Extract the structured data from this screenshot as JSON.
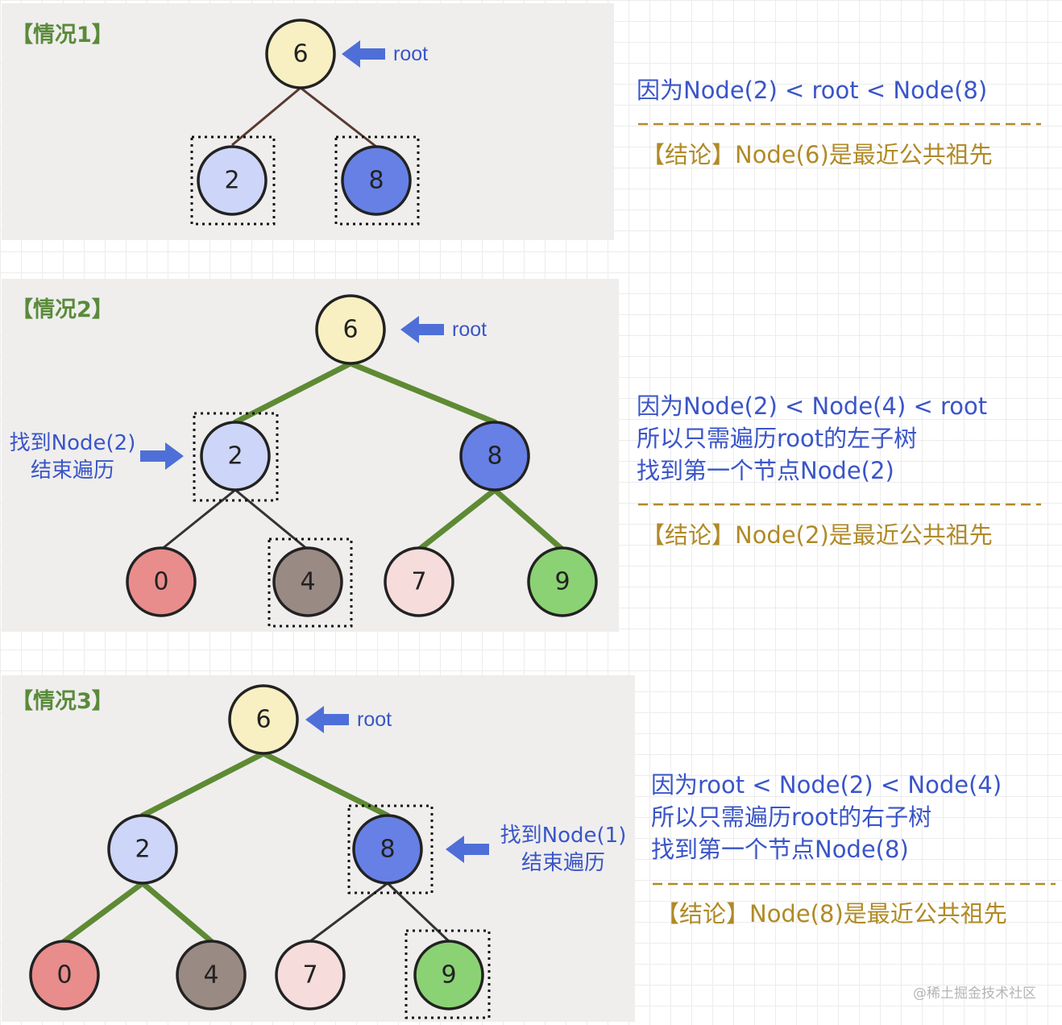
{
  "colors": {
    "root_node": "#f8f0c2",
    "light_blue": "#cdd6f8",
    "blue": "#6780e6",
    "red": "#e88d8c",
    "gray_brown": "#9a8a84",
    "pink": "#f7dcdc",
    "green": "#8bd274",
    "edge_green": "#5e8a34",
    "text_blue": "#3a55c8",
    "text_gold": "#b08a26"
  },
  "case1": {
    "title": "【情况1】",
    "root_label": "root",
    "nodes": {
      "root": "6",
      "left": "2",
      "right": "8"
    },
    "explain": [
      "因为Node(2) < root < Node(8)"
    ],
    "conclusion": "【结论】Node(6)是最近公共祖先"
  },
  "case2": {
    "title": "【情况2】",
    "root_label": "root",
    "found_note": [
      "找到Node(2)",
      "结束遍历"
    ],
    "nodes": {
      "root": "6",
      "l": "2",
      "r": "8",
      "ll": "0",
      "lr": "4",
      "rl": "7",
      "rr": "9"
    },
    "explain": [
      "因为Node(2) < Node(4) < root",
      "所以只需遍历root的左子树",
      "找到第一个节点Node(2)"
    ],
    "conclusion": "【结论】Node(2)是最近公共祖先"
  },
  "case3": {
    "title": "【情况3】",
    "root_label": "root",
    "found_note": [
      "找到Node(1)",
      "结束遍历"
    ],
    "nodes": {
      "root": "6",
      "l": "2",
      "r": "8",
      "ll": "0",
      "lr": "4",
      "rl": "7",
      "rr": "9"
    },
    "explain": [
      "因为root < Node(2) < Node(4)",
      "所以只需遍历root的右子树",
      "找到第一个节点Node(8)"
    ],
    "conclusion": "【结论】Node(8)是最近公共祖先"
  },
  "watermark": "@稀土掘金技术社区"
}
